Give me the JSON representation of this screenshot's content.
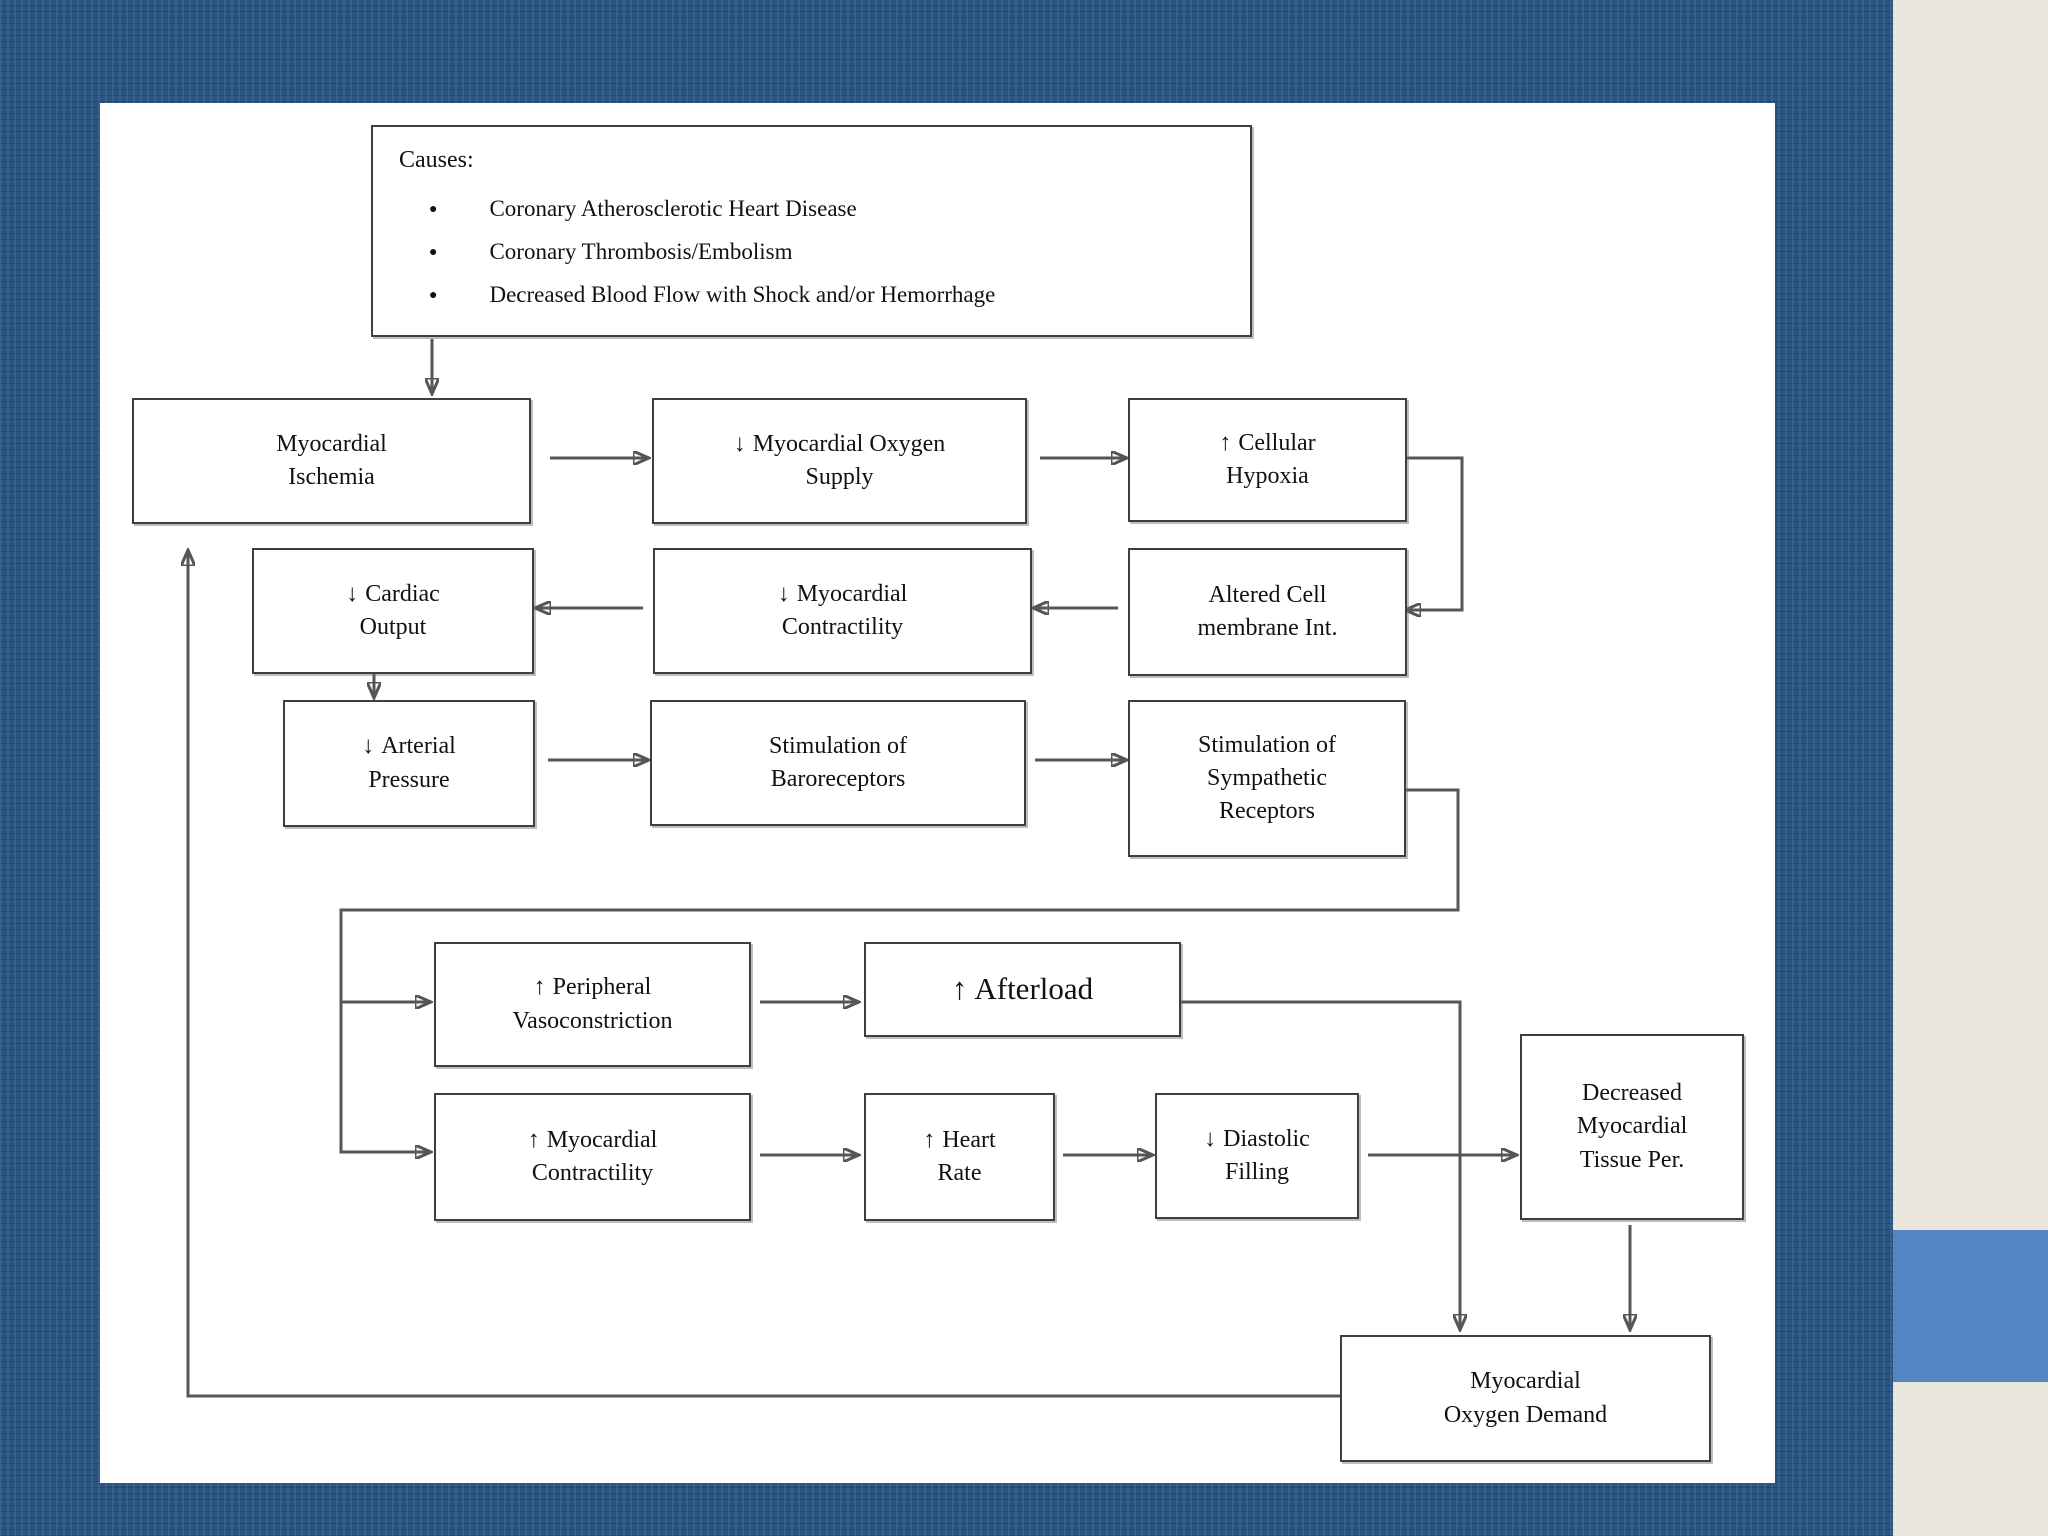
{
  "colors": {
    "background": "#2b547f",
    "panel": "#ffffff",
    "sidebar": "#eae6db",
    "accent_band": "#5584c3",
    "connector_line": "#565656",
    "text": "#111111"
  },
  "diagram": {
    "causes": {
      "title": "Causes:",
      "bullet": "●",
      "items": [
        "Coronary Atherosclerotic Heart Disease",
        "Coronary Thrombosis/Embolism",
        "Decreased Blood Flow with Shock and/or Hemorrhage"
      ]
    },
    "nodes": {
      "ischemia": {
        "arrow": "",
        "label": "Myocardial\nIschemia"
      },
      "oxygen_supply": {
        "arrow": "↓",
        "label": "Myocardial Oxygen\nSupply"
      },
      "cellular_hypoxia": {
        "arrow": "↑",
        "label": "Cellular\nHypoxia"
      },
      "cardiac_output": {
        "arrow": "↓",
        "label": "Cardiac\nOutput"
      },
      "myocardial_contractility_down": {
        "arrow": "↓",
        "label": "Myocardial\nContractility"
      },
      "altered_cell_membrane": {
        "arrow": "",
        "label": "Altered Cell\nmembrane Int."
      },
      "arterial_pressure": {
        "arrow": "↓",
        "label": "Arterial\nPressure"
      },
      "baroreceptors": {
        "arrow": "",
        "label": "Stimulation of\nBaroreceptors"
      },
      "sympathetic_receptors": {
        "arrow": "",
        "label": "Stimulation of\nSympathetic\nReceptors"
      },
      "peripheral_vasoconstriction": {
        "arrow": "↑",
        "label": "Peripheral\nVasoconstriction"
      },
      "afterload": {
        "arrow": "↑",
        "label": "Afterload"
      },
      "myocardial_contractility_up": {
        "arrow": "↑",
        "label": "Myocardial\nContractility"
      },
      "heart_rate": {
        "arrow": "↑",
        "label": "Heart\nRate"
      },
      "diastolic_filling": {
        "arrow": "↓",
        "label": "Diastolic\nFilling"
      },
      "decreased_tissue_perfusion": {
        "arrow": "",
        "label": "Decreased\nMyocardial\nTissue Per."
      },
      "myocardial_oxygen_demand": {
        "arrow": "",
        "label": "Myocardial\nOxygen Demand"
      }
    }
  }
}
